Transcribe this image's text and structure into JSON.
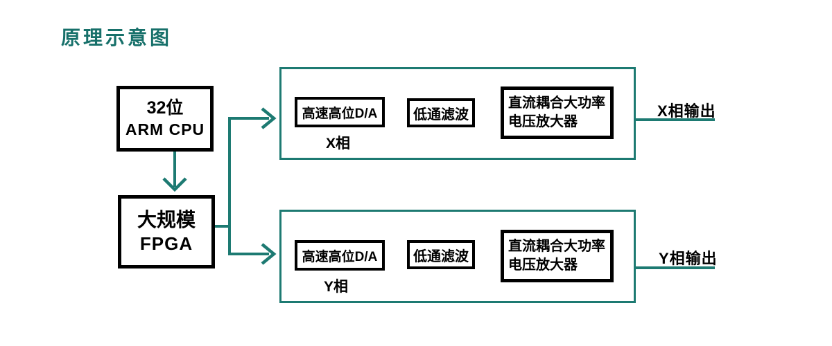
{
  "title": "原理示意图",
  "colors": {
    "accent_teal": "#1d7a72",
    "title_teal": "#17706a",
    "box_border": "#000000",
    "text": "#000000",
    "background": "#ffffff"
  },
  "blocks": {
    "cpu": {
      "line1": "32位",
      "line2": "ARM CPU"
    },
    "fpga": {
      "line1": "大规模",
      "line2": "FPGA"
    }
  },
  "channels": [
    {
      "id": "x-channel",
      "dac_label": "高速高位D/A",
      "filter_label": "低通滤波",
      "amp_line1": "直流耦合大功率",
      "amp_line2": "电压放大器",
      "phase_label": "X相",
      "output_label": "X相输出"
    },
    {
      "id": "y-channel",
      "dac_label": "高速高位D/A",
      "filter_label": "低通滤波",
      "amp_line1": "直流耦合大功率",
      "amp_line2": "电压放大器",
      "phase_label": "Y相",
      "output_label": "Y相输出"
    }
  ]
}
